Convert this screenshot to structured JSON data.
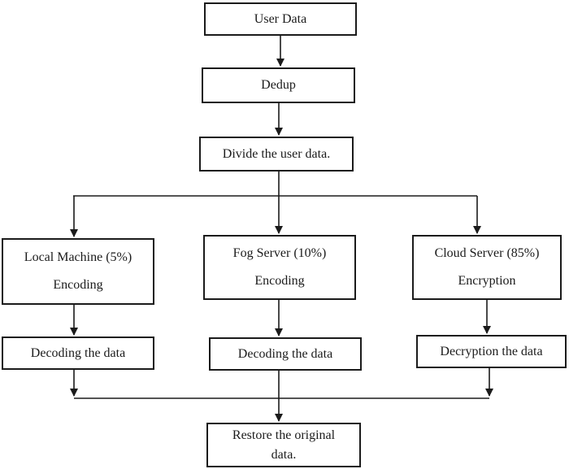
{
  "diagram": {
    "type": "flowchart",
    "background_color": "#ffffff",
    "line_color": "#1b1b1b",
    "text_color": "#1b1b1b",
    "nodes": {
      "user_data": {
        "label": "User Data"
      },
      "dedup": {
        "label": "Dedup"
      },
      "divide": {
        "label": "Divide the user data."
      },
      "local_machine": {
        "line1": "Local Machine (5%)",
        "line2": "Encoding"
      },
      "fog_server": {
        "line1": "Fog Server (10%)",
        "line2": "Encoding"
      },
      "cloud_server": {
        "line1": "Cloud Server (85%)",
        "line2": "Encryption"
      },
      "decoding_local": {
        "label": "Decoding the data"
      },
      "decoding_fog": {
        "label": "Decoding the data"
      },
      "decryption_cloud": {
        "label": "Decryption the data"
      },
      "restore": {
        "label": "Restore the original data."
      }
    }
  }
}
